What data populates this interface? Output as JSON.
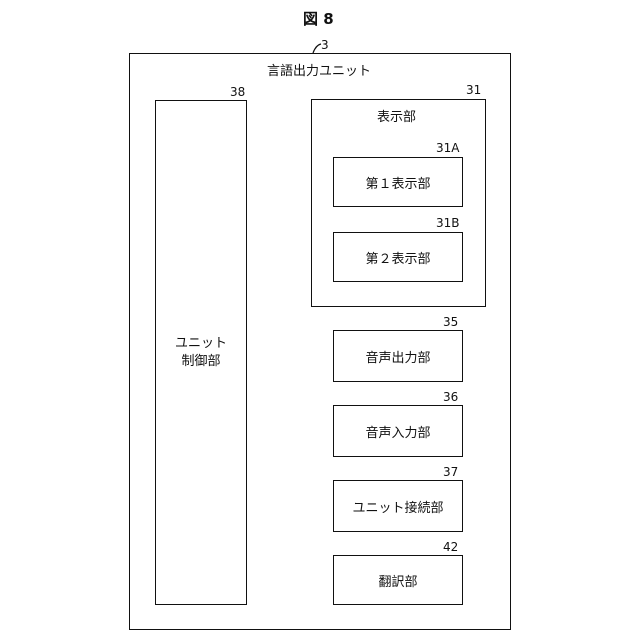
{
  "figure_title": "図 8",
  "unit": {
    "label": "言語出力ユニット",
    "ref": "3"
  },
  "control": {
    "label_line1": "ユニット",
    "label_line2": "制御部",
    "ref": "38"
  },
  "display": {
    "label": "表示部",
    "ref": "31",
    "first": {
      "label": "第１表示部",
      "ref": "31A"
    },
    "second": {
      "label": "第２表示部",
      "ref": "31B"
    }
  },
  "audio_out": {
    "label": "音声出力部",
    "ref": "35"
  },
  "audio_in": {
    "label": "音声入力部",
    "ref": "36"
  },
  "connect": {
    "label": "ユニット接続部",
    "ref": "37"
  },
  "translate": {
    "label": "翻訳部",
    "ref": "42"
  }
}
